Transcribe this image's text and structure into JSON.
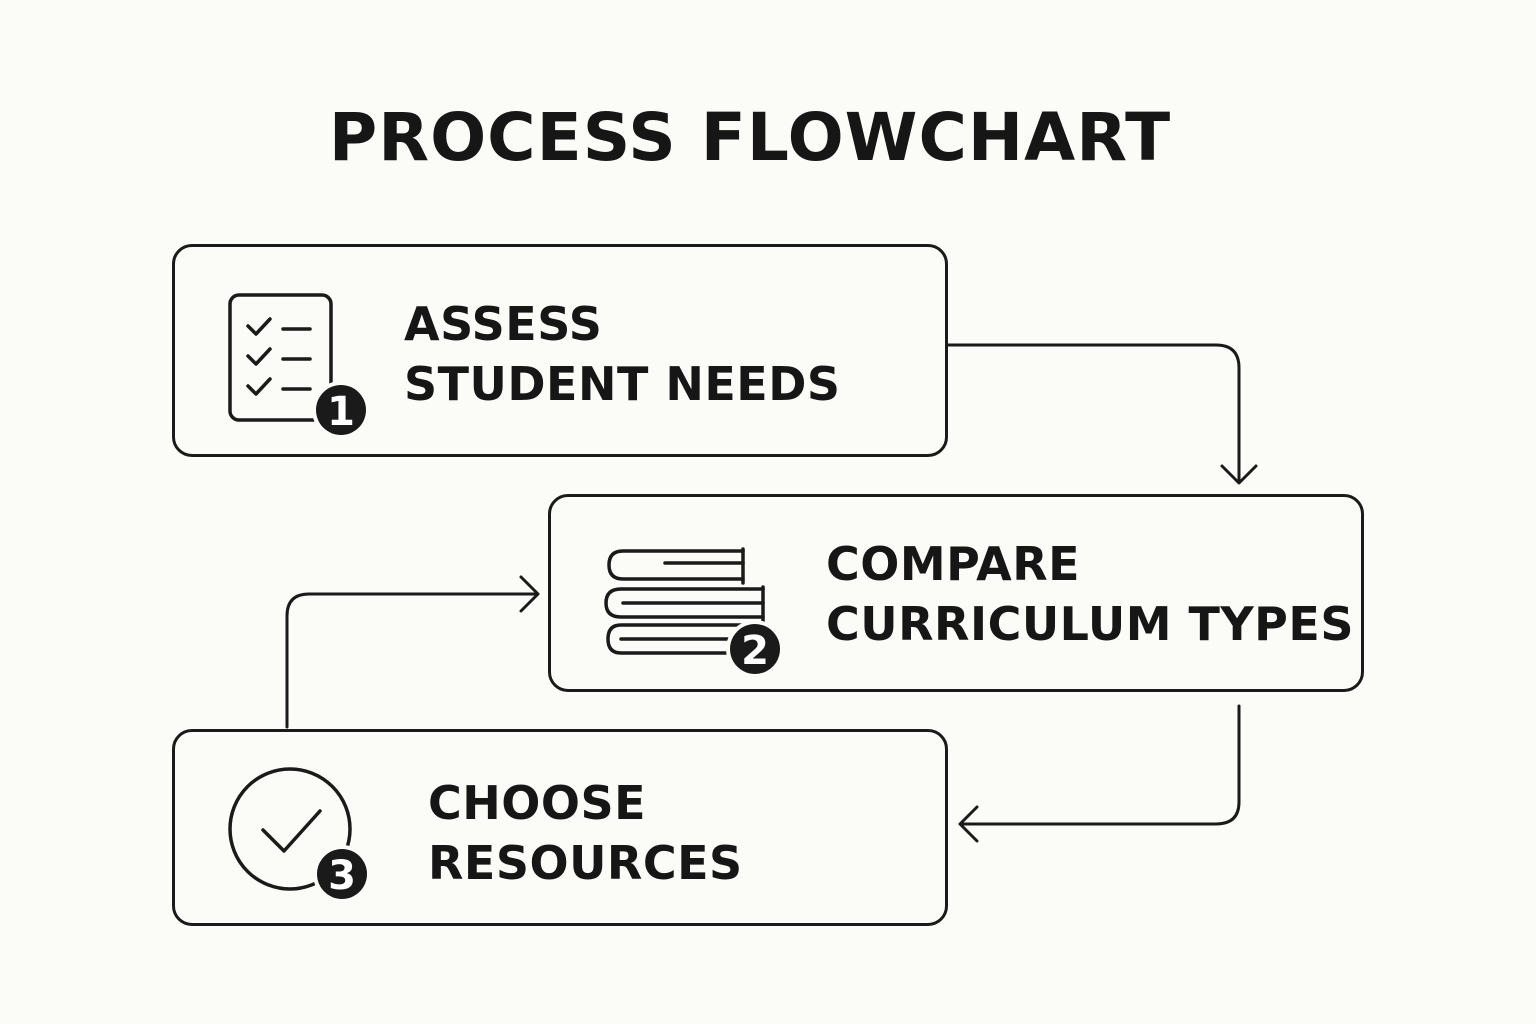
{
  "title": "PROCESS FLOWCHART",
  "steps": [
    {
      "line1": "ASSESS",
      "line2": "STUDENT NEEDS",
      "number": "1",
      "icon": "checklist-icon"
    },
    {
      "line1": "COMPARE",
      "line2": "CURRICULUM TYPES",
      "number": "2",
      "icon": "books-icon"
    },
    {
      "line1": "CHOOSE",
      "line2": "RESOURCES",
      "number": "3",
      "icon": "check-circle-icon"
    }
  ],
  "colors": {
    "background": "#fbfbf8",
    "ink": "#1a1a1a"
  }
}
